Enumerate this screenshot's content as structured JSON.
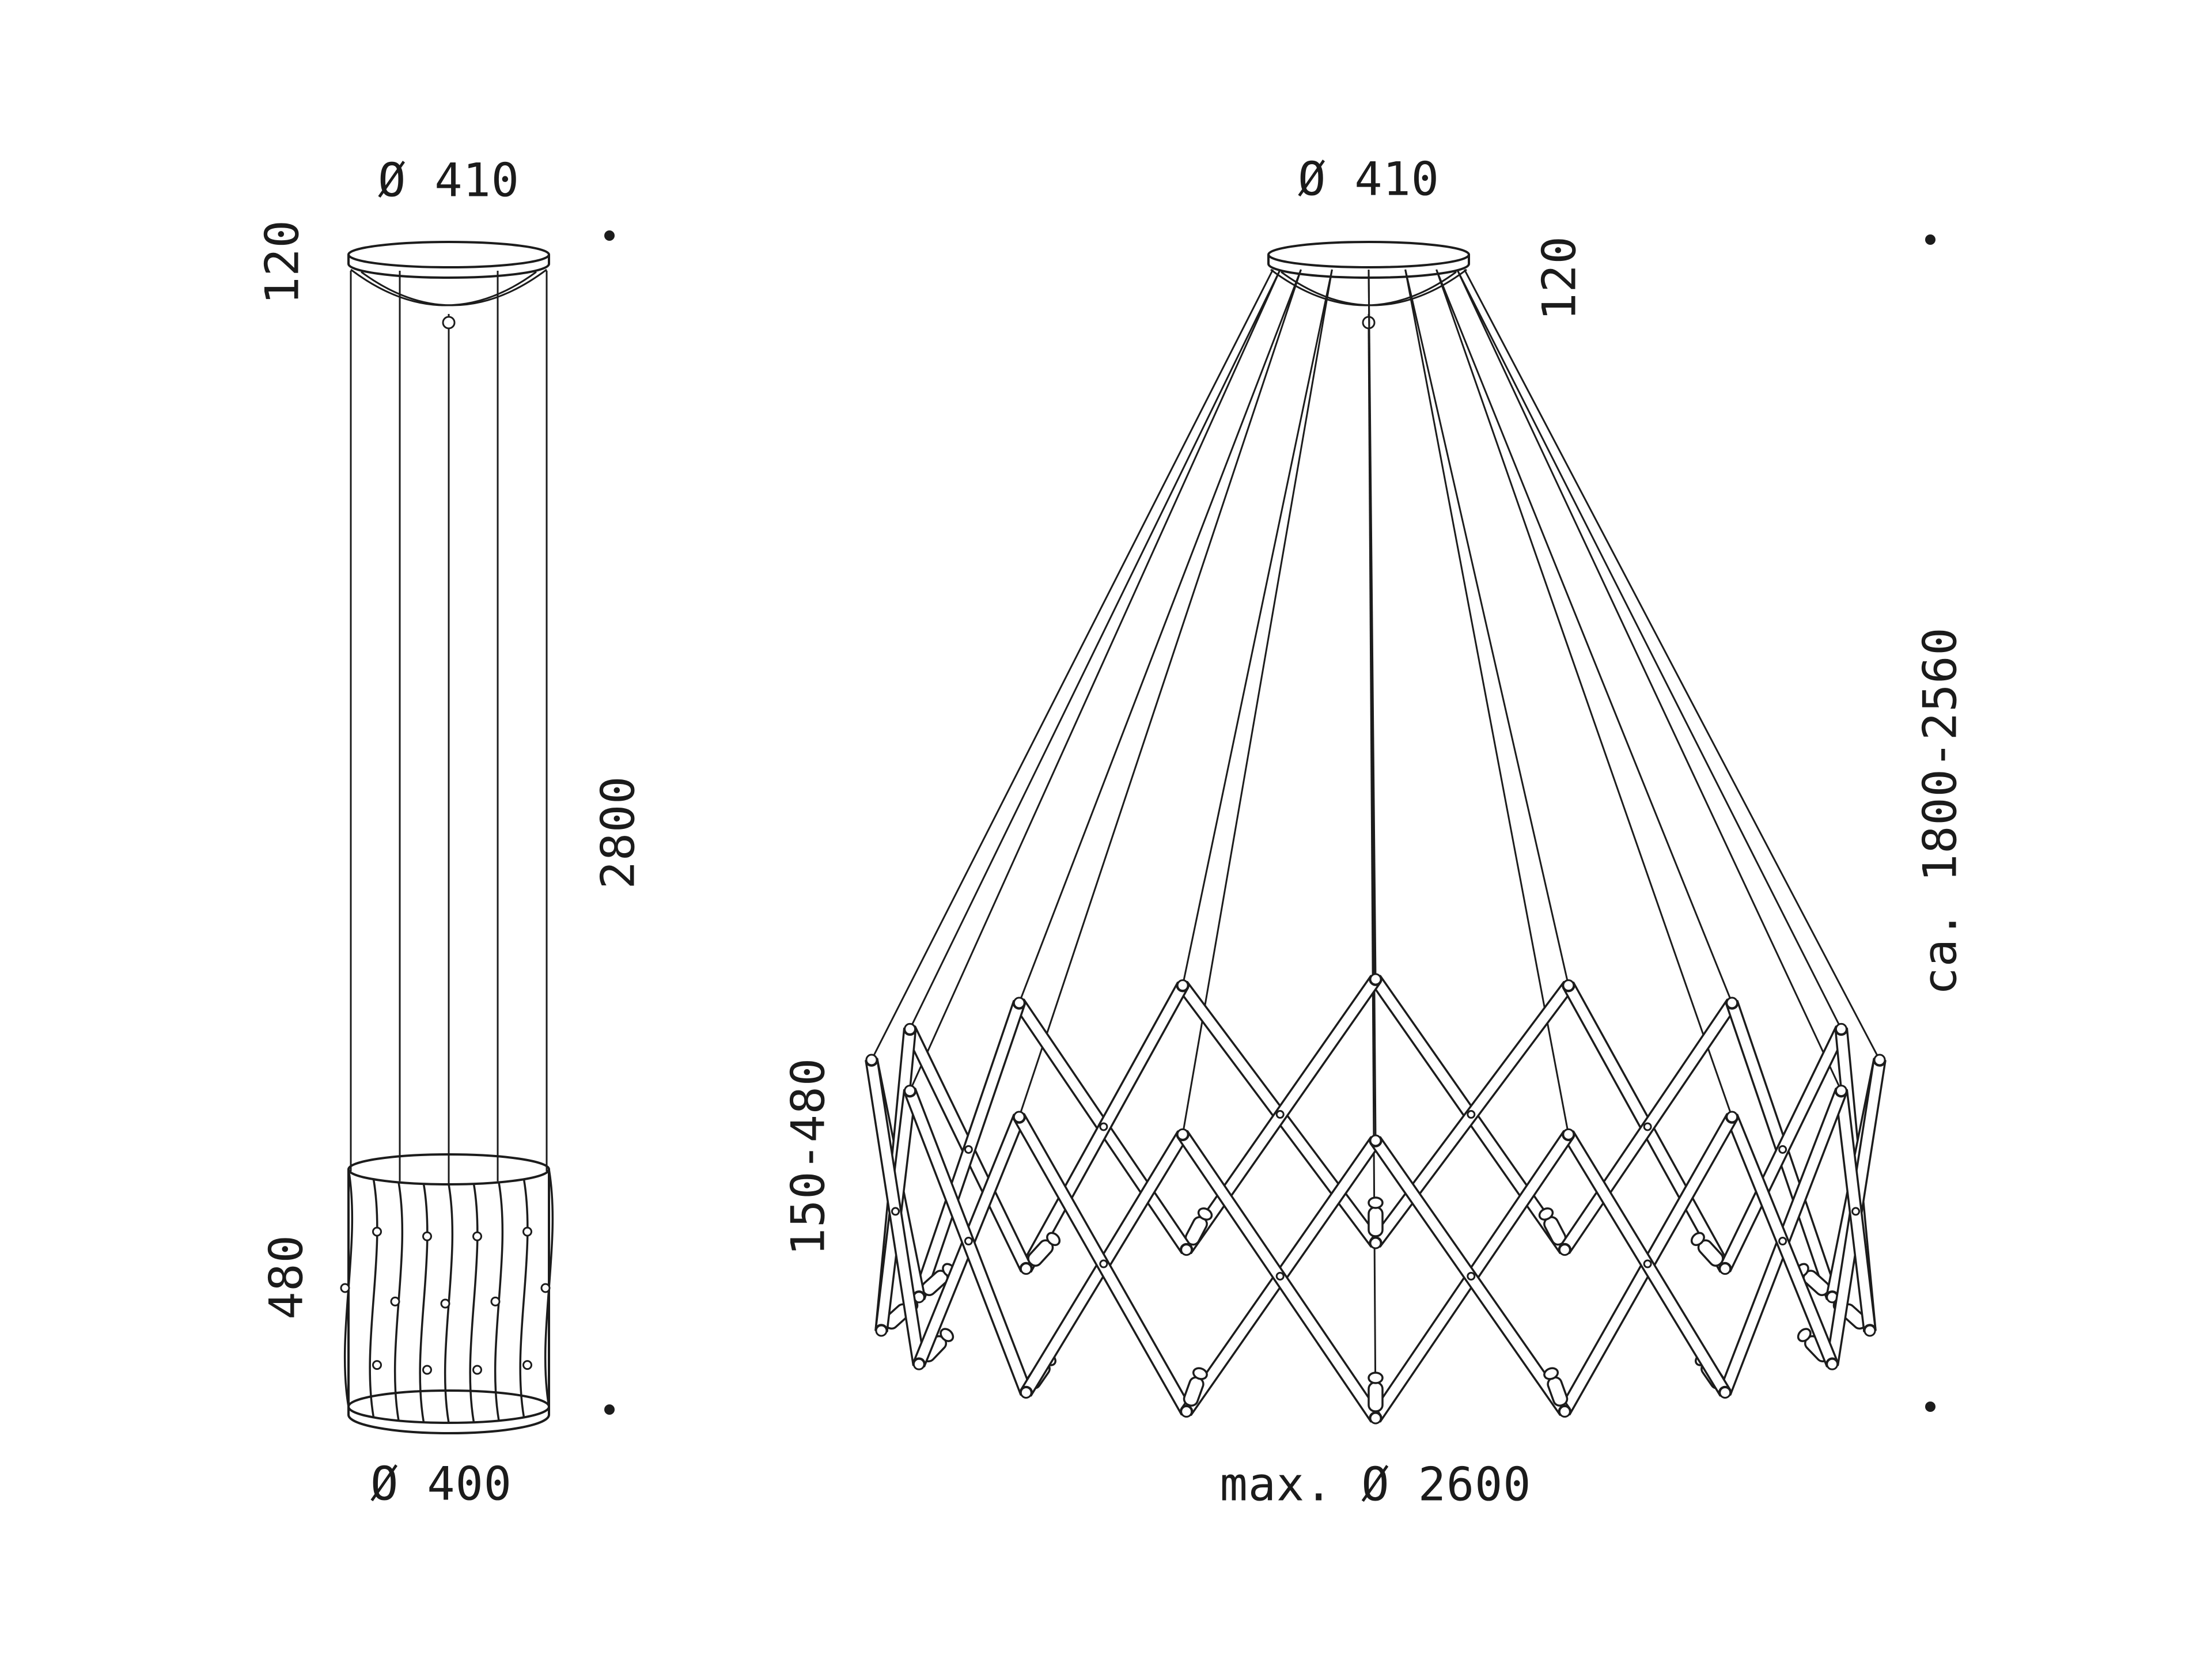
{
  "meta": {
    "background": "#ffffff",
    "line_color": "#1c1c1c"
  },
  "left_view": {
    "canopy_diameter": "Ø 410",
    "canopy_height": "120",
    "suspension_length": "2800",
    "shade_height": "480",
    "shade_diameter": "Ø 400"
  },
  "right_view": {
    "canopy_diameter": "Ø 410",
    "canopy_height": "120",
    "overall_height": "ca. 1800-2560",
    "shade_height_range": "150-480",
    "max_diameter": "max. Ø 2600"
  }
}
